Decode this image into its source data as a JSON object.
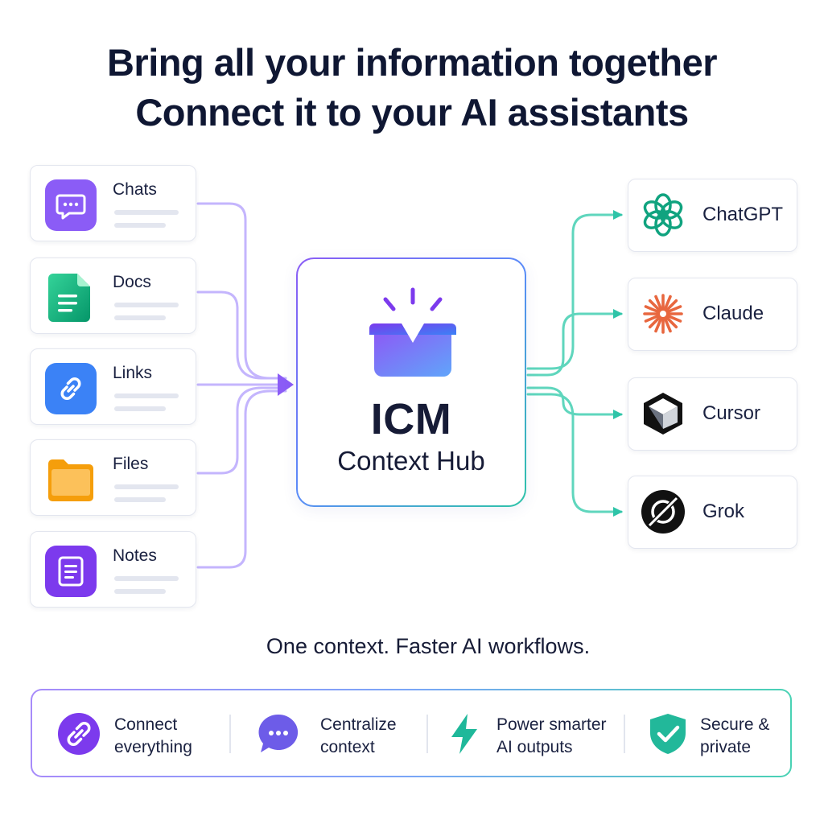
{
  "headline": {
    "line1": "Bring all your information together",
    "line2": "Connect it to your AI assistants"
  },
  "sources": [
    {
      "label": "Chats",
      "icon": "chat-bubble-icon",
      "color": "#8b5cf6"
    },
    {
      "label": "Docs",
      "icon": "document-icon",
      "color": "#10b981"
    },
    {
      "label": "Links",
      "icon": "link-icon",
      "color": "#3b82f6"
    },
    {
      "label": "Files",
      "icon": "folder-icon",
      "color": "#f59e0b"
    },
    {
      "label": "Notes",
      "icon": "notes-icon",
      "color": "#7c3aed"
    }
  ],
  "hub": {
    "title": "ICM",
    "subtitle": "Context Hub",
    "icon": "open-box-icon"
  },
  "assistants": [
    {
      "label": "ChatGPT",
      "icon": "chatgpt-logo-icon",
      "color": "#10a37f"
    },
    {
      "label": "Claude",
      "icon": "claude-logo-icon",
      "color": "#e8673f"
    },
    {
      "label": "Cursor",
      "icon": "cursor-logo-icon",
      "color": "#111111"
    },
    {
      "label": "Grok",
      "icon": "grok-logo-icon",
      "color": "#111111"
    }
  ],
  "tagline": "One context. Faster AI workflows.",
  "benefits": [
    {
      "line1": "Connect",
      "line2": "everything",
      "icon": "link-icon",
      "color": "#7c3aed"
    },
    {
      "line1": "Centralize",
      "line2": "context",
      "icon": "chat-bubble-icon",
      "color": "#6d5ce8"
    },
    {
      "line1": "Power smarter",
      "line2": "AI outputs",
      "icon": "lightning-icon",
      "color": "#1fb89a"
    },
    {
      "line1": "Secure &",
      "line2": "private",
      "icon": "shield-check-icon",
      "color": "#22b89a"
    }
  ],
  "colors": {
    "text": "#0f1733",
    "input_flow": "#a78bfa",
    "output_flow": "#2ec4a8"
  }
}
